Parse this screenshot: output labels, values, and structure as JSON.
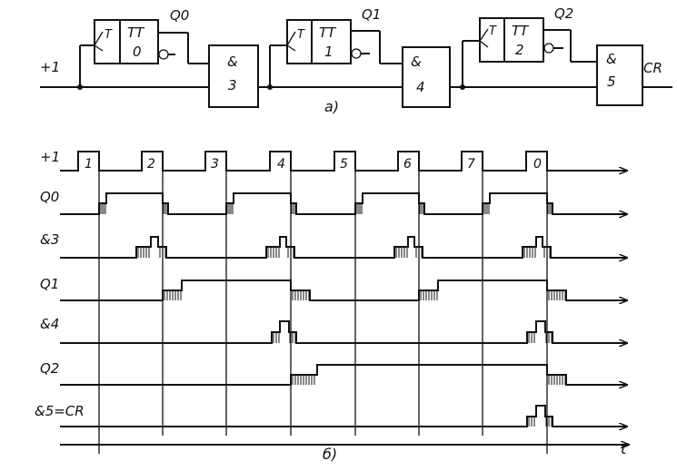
{
  "colors": {
    "ink": "#111111",
    "paper": "#ffffff"
  },
  "circuit": {
    "input_label": "+1",
    "output_label": "CR",
    "caption": "a)",
    "flipflops": [
      {
        "input": "T",
        "type": "TT",
        "index": "0",
        "output": "Q0"
      },
      {
        "input": "T",
        "type": "TT",
        "index": "1",
        "output": "Q1"
      },
      {
        "input": "T",
        "type": "TT",
        "index": "2",
        "output": "Q2"
      }
    ],
    "gates": [
      {
        "symbol": "&",
        "index": "3"
      },
      {
        "symbol": "&",
        "index": "4"
      },
      {
        "symbol": "&",
        "index": "5"
      }
    ]
  },
  "timing": {
    "caption": "б)",
    "time_label": "t",
    "pulse_numbers": [
      "1",
      "2",
      "3",
      "4",
      "5",
      "6",
      "7",
      "0"
    ],
    "signals": [
      {
        "label": "+1"
      },
      {
        "label": "Q0"
      },
      {
        "label": "&3"
      },
      {
        "label": "Q1"
      },
      {
        "label": "&4"
      },
      {
        "label": "Q2"
      },
      {
        "label": "&5=CR"
      }
    ]
  }
}
